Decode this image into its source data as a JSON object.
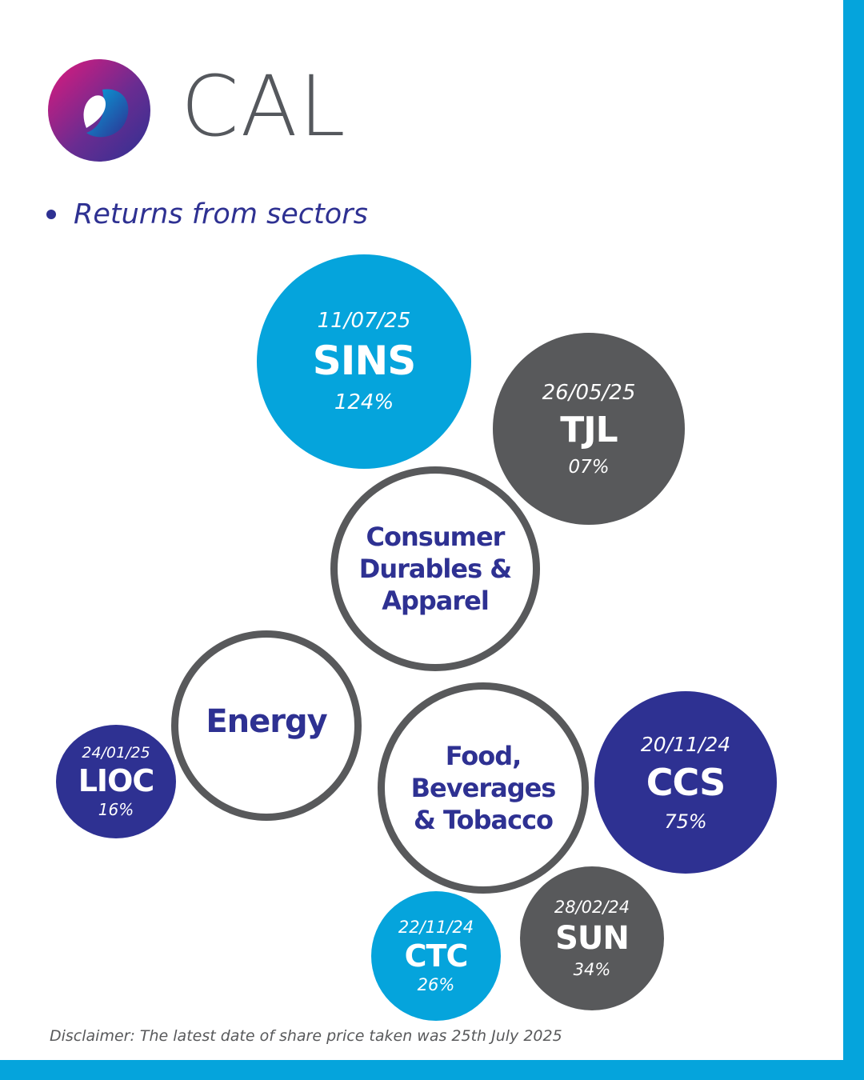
{
  "brand": {
    "name": "CAL"
  },
  "heading": {
    "text": "Returns from sectors"
  },
  "colors": {
    "light_blue": "#05a4dc",
    "dark_grey": "#58595b",
    "navy": "#2e3192",
    "logo_gradient": [
      "#e0197c",
      "#6a2c91",
      "#05a4dc"
    ]
  },
  "sectors": {
    "consumer": [
      "Consumer",
      "Durables &",
      "Apparel"
    ],
    "energy": [
      "Energy"
    ],
    "food": [
      "Food,",
      "Beverages",
      "& Tobacco"
    ]
  },
  "stocks": {
    "sins": {
      "date": "11/07/25",
      "ticker": "SINS",
      "return": "124%"
    },
    "tjl": {
      "date": "26/05/25",
      "ticker": "TJL",
      "return": "07%"
    },
    "lioc": {
      "date": "24/01/25",
      "ticker": "LIOC",
      "return": "16%"
    },
    "ccs": {
      "date": "20/11/24",
      "ticker": "CCS",
      "return": "75%"
    },
    "ctc": {
      "date": "22/11/24",
      "ticker": "CTC",
      "return": "26%"
    },
    "sun": {
      "date": "28/02/24",
      "ticker": "SUN",
      "return": "34%"
    }
  },
  "disclaimer": "Disclaimer: The latest date of share price taken was 25th July 2025"
}
